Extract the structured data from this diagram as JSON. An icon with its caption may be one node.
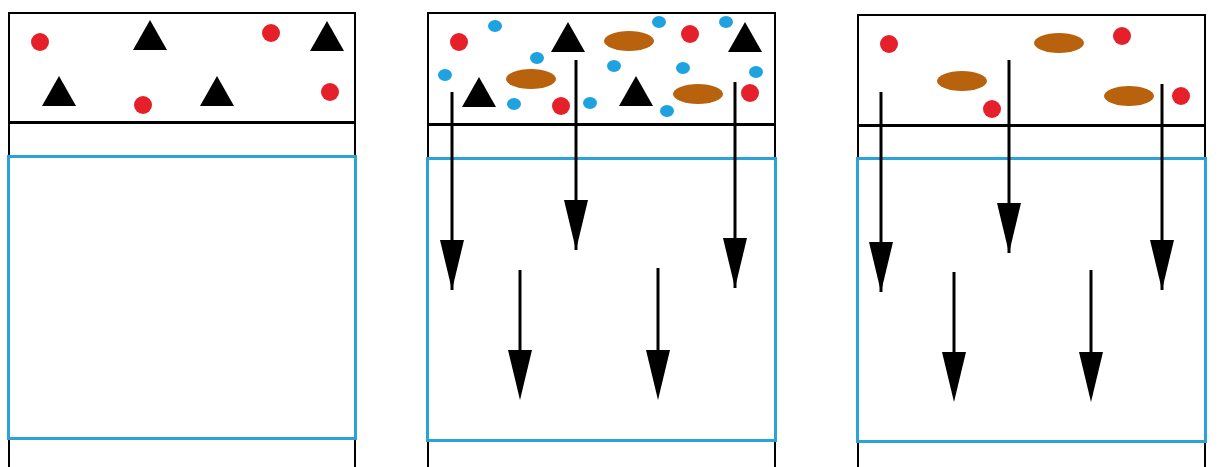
{
  "diagram": {
    "nodes": [
      {
        "text": [],
        "shape": "box"
      },
      {
        "text": [],
        "shape": "box",
        "in": 0
      },
      {
        "text": [],
        "shape": "box",
        "in": 0
      },
      {
        "text": [],
        "shape": "box"
      },
      {
        "text": [],
        "shape": "box",
        "in": 3
      },
      {
        "text": [],
        "shape": "box",
        "in": 3
      },
      {
        "text": [],
        "shape": "box"
      },
      {
        "text": [],
        "shape": "box",
        "in": 6
      },
      {
        "text": [],
        "shape": "box",
        "in": 6
      }
    ],
    "edges": [
      {
        "from": 4,
        "to": 5,
        "arrow": "to"
      },
      {
        "from": 4,
        "to": 5,
        "arrow": "to"
      },
      {
        "from": 4,
        "to": 5,
        "arrow": "to"
      },
      {
        "from": 7,
        "to": 8,
        "arrow": "to"
      },
      {
        "from": 7,
        "to": 8,
        "arrow": "to"
      },
      {
        "from": 7,
        "to": 8,
        "arrow": "to"
      }
    ]
  }
}
